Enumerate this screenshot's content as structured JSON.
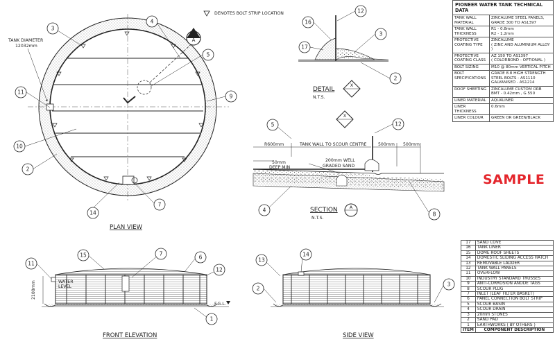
{
  "legend_note": "DENOTES BOLT STRIP LOCATION",
  "plan": {
    "title": "PLAN VIEW",
    "diameter_label": [
      "TANK DIAMETER",
      "12032mm"
    ],
    "balloons": [
      "3",
      "4",
      "5",
      "11",
      "9",
      "10",
      "2",
      "14",
      "7"
    ],
    "section_mark": "A"
  },
  "detail_x": {
    "balloons": [
      "12",
      "16",
      "17",
      "3",
      "2"
    ],
    "caption": "DETAIL",
    "mark": "X",
    "nts": "N.T.S."
  },
  "section_a": {
    "balloons": [
      "5",
      "12",
      "4",
      "8"
    ],
    "detail_mark": "X",
    "dims": [
      "R600mm",
      "TANK WALL TO SCOUR CENTRE",
      "500mm",
      "500mm"
    ],
    "notes": [
      [
        "50mm",
        "DEEP MIN"
      ],
      [
        "200mm WELL",
        "GRADED SAND"
      ]
    ],
    "caption": "SECTION",
    "mark": "A",
    "nts": "N.T.S."
  },
  "front_elevation": {
    "title": "FRONT ELEVATION",
    "balloons": [
      "15",
      "7",
      "11",
      "6",
      "12",
      "1"
    ],
    "water_level": [
      "WATER",
      "LEVEL"
    ],
    "height_dim": "2100mm",
    "fgl": "F.G.L."
  },
  "side_view": {
    "title": "SIDE VIEW",
    "balloons": [
      "13",
      "14",
      "2",
      "3"
    ]
  },
  "specs": {
    "title": "PIONEER WATER TANK TECHNICAL DATA",
    "rows": [
      {
        "k": [
          "TANK WALL",
          "MATERIAL"
        ],
        "v": [
          "ZINCALUME STEEL PANELS,",
          "GRADE 300  TO AS1397"
        ]
      },
      {
        "k": [
          "TANK WALL",
          "THICKNESS"
        ],
        "v": [
          "R1 - 0.8mm",
          "R2 - 1.2mm"
        ]
      },
      {
        "k": [
          "PROTECTIVE",
          "COATING TYPE"
        ],
        "v": [
          "ZINCALUME",
          "( ZINC AND ALUMINIUM ALLOY )"
        ]
      },
      {
        "k": [
          "PROTECTIVE",
          "COATING CLASS"
        ],
        "v": [
          "AZ 150 TO AS1397",
          "( COLORBOND - OPTIONAL )"
        ]
      },
      {
        "k": [
          "BOLT SIZING"
        ],
        "v": [
          "M10 @ 80mm VERTICAL PITCH"
        ]
      },
      {
        "k": [
          "BOLT",
          "SPECIFICATIONS"
        ],
        "v": [
          "GRADE 8.8 HIGH STRENGTH",
          "STEEL BOLTS - AS1110",
          "GALVANISED - AS1214"
        ]
      },
      {
        "k": [
          "ROOF SHEETING"
        ],
        "v": [
          "ZINCALUME CUSTOM ORB",
          "BMT - 0.42mm , G 550"
        ]
      },
      {
        "k": [
          "LINER MATERIAL"
        ],
        "v": [
          "AQUALINER"
        ]
      },
      {
        "k": [
          "LINER THICKNESS"
        ],
        "v": [
          "0.6mm"
        ]
      },
      {
        "k": [
          "LINER COLOUR"
        ],
        "v": [
          "GREEN OR GREEN/BLACK"
        ]
      }
    ]
  },
  "watermark": "SAMPLE",
  "parts": {
    "header": [
      "ITEM",
      "COMPONENT DESCRIPTION"
    ],
    "items": [
      [
        "17",
        "SAND COVE"
      ],
      [
        "16",
        "TANK LINER"
      ],
      [
        "15",
        "DOME ROOF SHEETS"
      ],
      [
        "14",
        "DOMESTIC SLIDING ACCESS HATCH"
      ],
      [
        "13",
        "REMOVABLE LADDER"
      ],
      [
        "12",
        "TANK WALL PANELS"
      ],
      [
        "11",
        "OVERFLOW"
      ],
      [
        "10",
        "INDUSTRY STANDARD TRUSSES"
      ],
      [
        "9",
        "ANTI-CORROSION ANODE TAGS"
      ],
      [
        "8",
        "SCOUR PLUG"
      ],
      [
        "7",
        "INLET (LEAF FILTER BASKET)"
      ],
      [
        "6",
        "PANEL CONNECTION BOLT STRIP"
      ],
      [
        "5",
        "SCOUR BASIN"
      ],
      [
        "4",
        "SCOUR DRAIN"
      ],
      [
        "3",
        "20mm STONES"
      ],
      [
        "2",
        "SAND PAD"
      ],
      [
        "1",
        "EARTHWORKS ( BY OTHERS )"
      ]
    ]
  }
}
